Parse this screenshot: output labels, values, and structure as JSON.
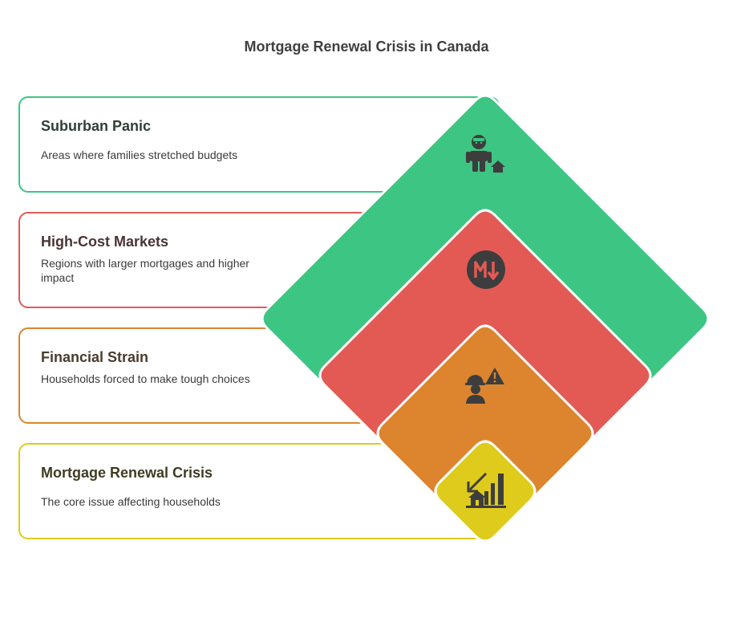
{
  "title": "Mortgage Renewal Crisis in Canada",
  "colors": {
    "green": "#3dc584",
    "red": "#e35a55",
    "orange": "#dc852e",
    "yellow": "#dfcb1b",
    "icon": "#3d3d3d"
  },
  "levels": [
    {
      "title": "Suburban Panic",
      "description": "Areas where families stretched budgets",
      "icon": "person-with-house-icon"
    },
    {
      "title": "High-Cost Markets",
      "description": "Regions with larger mortgages and higher impact",
      "icon": "money-down-icon"
    },
    {
      "title": "Financial Strain",
      "description": "Households forced to make tough choices",
      "icon": "worker-warning-icon"
    },
    {
      "title": "Mortgage Renewal Crisis",
      "description": "The core issue affecting households",
      "icon": "house-declining-chart-icon"
    }
  ]
}
